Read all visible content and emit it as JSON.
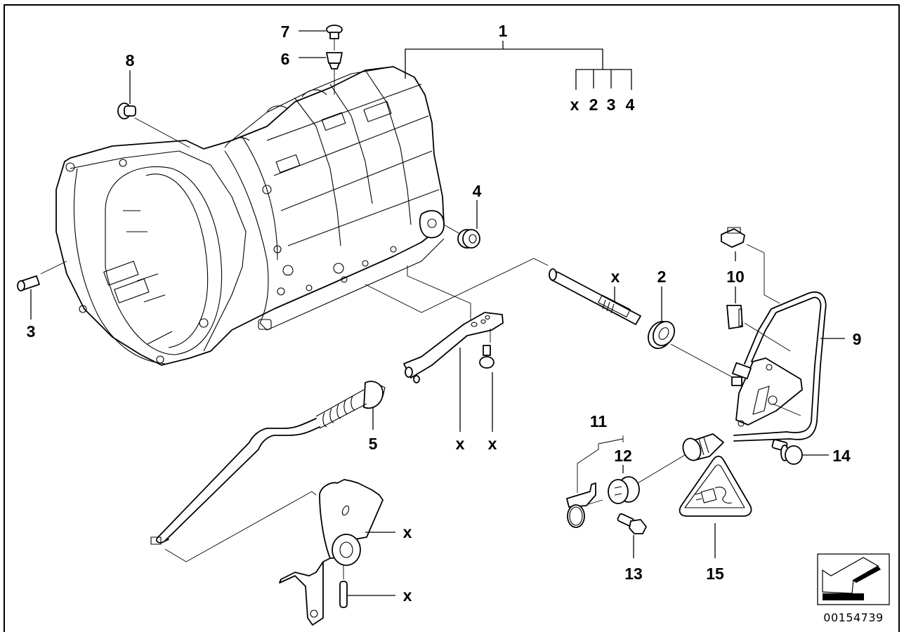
{
  "diagram": {
    "type": "exploded parts diagram",
    "subject": "automatic transmission housing and selector components",
    "document_number": "00154739",
    "callouts": [
      {
        "id": "c1",
        "label": "1"
      },
      {
        "id": "c1-sub-x",
        "label": "x"
      },
      {
        "id": "c1-sub-2",
        "label": "2"
      },
      {
        "id": "c1-sub-3",
        "label": "3"
      },
      {
        "id": "c1-sub-4",
        "label": "4"
      },
      {
        "id": "c2",
        "label": "2"
      },
      {
        "id": "c3",
        "label": "3"
      },
      {
        "id": "c4",
        "label": "4"
      },
      {
        "id": "c5",
        "label": "5"
      },
      {
        "id": "c6",
        "label": "6"
      },
      {
        "id": "c7",
        "label": "7"
      },
      {
        "id": "c8",
        "label": "8"
      },
      {
        "id": "c9",
        "label": "9"
      },
      {
        "id": "c10",
        "label": "10"
      },
      {
        "id": "c11",
        "label": "11"
      },
      {
        "id": "c12",
        "label": "12"
      },
      {
        "id": "c13",
        "label": "13"
      },
      {
        "id": "c14",
        "label": "14"
      },
      {
        "id": "c15",
        "label": "15"
      },
      {
        "id": "x-shaft",
        "label": "x"
      },
      {
        "id": "x-lever",
        "label": "x"
      },
      {
        "id": "x-bolt",
        "label": "x"
      },
      {
        "id": "x-segment",
        "label": "x"
      },
      {
        "id": "x-pin",
        "label": "x"
      }
    ],
    "parts": [
      {
        "name": "transmission-housing",
        "callout": "1"
      },
      {
        "name": "shaft-seal",
        "callout": "2"
      },
      {
        "name": "dowel-pin",
        "callout": "3"
      },
      {
        "name": "plug-side",
        "callout": "4"
      },
      {
        "name": "selector-cable-bellows",
        "callout": "5"
      },
      {
        "name": "breather-cap",
        "callout": "6"
      },
      {
        "name": "breather-plug",
        "callout": "7"
      },
      {
        "name": "drain-plug",
        "callout": "8"
      },
      {
        "name": "position-switch-harness",
        "callout": "9"
      },
      {
        "name": "harness-clip",
        "callout": "10"
      },
      {
        "name": "bracket",
        "callout": "11"
      },
      {
        "name": "connector-adapter",
        "callout": "12"
      },
      {
        "name": "hex-bolt",
        "callout": "13"
      },
      {
        "name": "flange-bolt",
        "callout": "14"
      },
      {
        "name": "electrical-symbol",
        "callout": "15"
      }
    ]
  }
}
